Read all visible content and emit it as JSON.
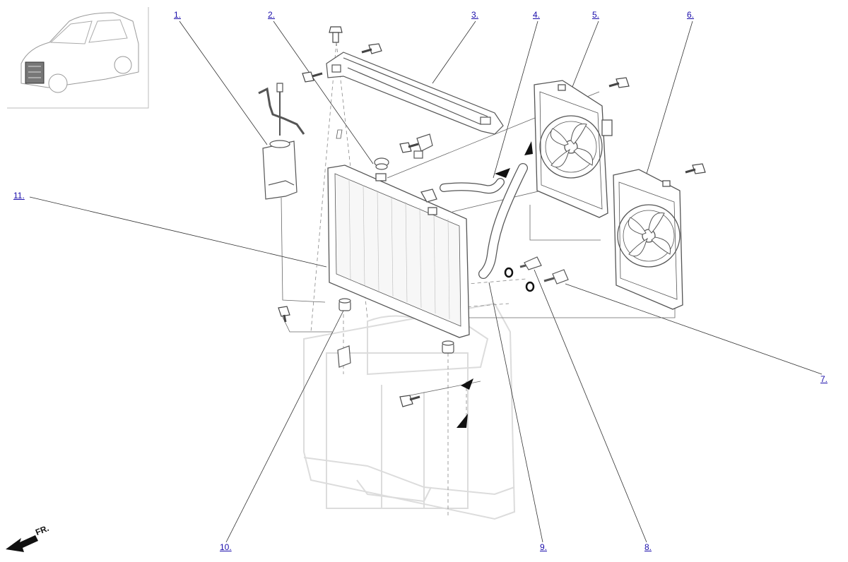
{
  "callouts": [
    "1.",
    "2.",
    "3.",
    "4.",
    "5.",
    "6.",
    "7.",
    "8.",
    "9.",
    "10.",
    "11."
  ],
  "front_label": "FR.",
  "icons": {
    "inset": "vehicle-location-icon",
    "front": "front-direction-arrow-icon"
  },
  "colors": {
    "link": "#1a0dab",
    "line": "#333333",
    "ghost": "#dcdcdc",
    "part_stroke": "#555555",
    "inset_border": "#bbbbbb"
  }
}
